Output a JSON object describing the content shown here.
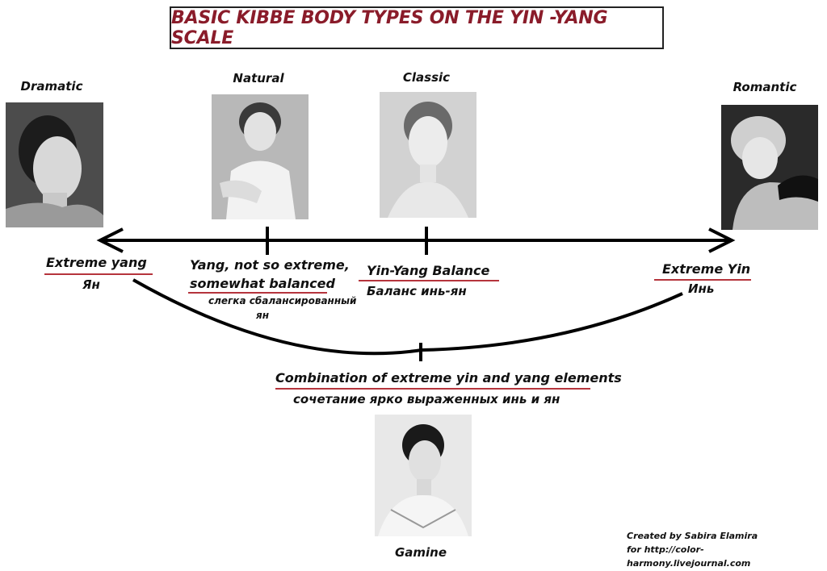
{
  "title": "BASIC KIBBE BODY TYPES ON THE YIN -YANG SCALE",
  "types": {
    "dramatic": "Dramatic",
    "natural": "Natural",
    "classic": "Classic",
    "romantic": "Romantic",
    "gamine": "Gamine"
  },
  "scale": {
    "extreme_yang": {
      "en": "Extreme yang",
      "ru": "Ян"
    },
    "yang_moderate": {
      "en_line1": "Yang, not so extreme,",
      "en_line2": "somewhat balanced",
      "ru_line1": "слегка сбалансированный",
      "ru_line2": "ян"
    },
    "balance": {
      "en": "Yin-Yang Balance",
      "ru": "Баланс инь-ян"
    },
    "extreme_yin": {
      "en": "Extreme Yin",
      "ru": "Инь"
    },
    "combination": {
      "en": "Combination of extreme yin and yang elements",
      "ru": "сочетание ярко выраженных инь и ян"
    }
  },
  "credit": {
    "line1": "Created by Sabira Elamira",
    "line2": "for http://color-harmony.livejournal.com"
  },
  "colors": {
    "title": "#8a1c2a",
    "underline": "#b5343c",
    "line": "#000000"
  }
}
